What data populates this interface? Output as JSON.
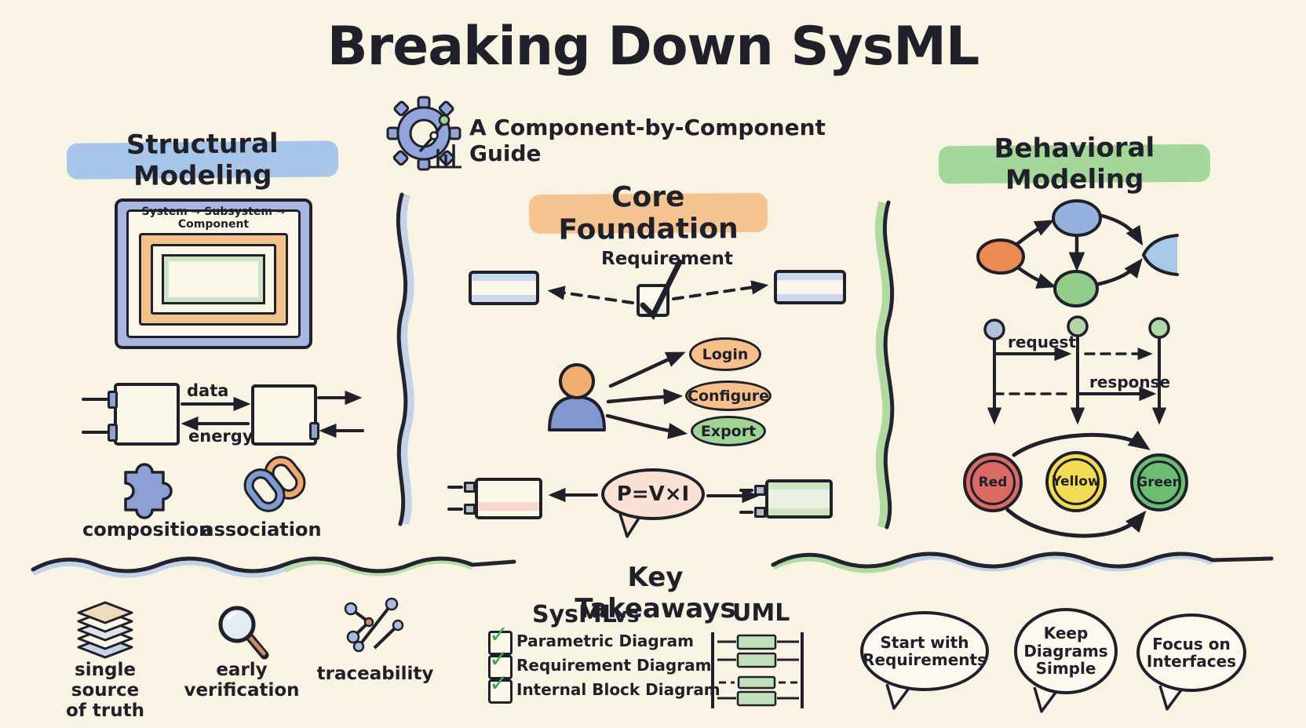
{
  "header": {
    "title": "Breaking Down SysML",
    "subtitle": "A Component-by-Component Guide",
    "icon": "gear-chart-icon"
  },
  "structural": {
    "heading": "Structural Modeling",
    "hierarchy_label": "System → Subsystem → Component",
    "data_flow_label": "data",
    "energy_flow_label": "energy",
    "composition_label": "composition",
    "association_label": "association",
    "icons": [
      "puzzle-icon",
      "chain-link-icon"
    ]
  },
  "core": {
    "heading": "Core Foundation",
    "requirement_label": "Requirement",
    "use_cases": [
      {
        "label": "Login",
        "color": "#f5c08c"
      },
      {
        "label": "Configure",
        "color": "#f5c08c"
      },
      {
        "label": "Export",
        "color": "#a1d396"
      }
    ],
    "formula": "P=V×I"
  },
  "behavioral": {
    "heading": "Behavioral Modeling",
    "request_label": "request",
    "response_label": "response",
    "states": [
      {
        "label": "Red",
        "color": "#dc6a64"
      },
      {
        "label": "Yellow",
        "color": "#f2dc55"
      },
      {
        "label": "Green",
        "color": "#6cbd72"
      }
    ]
  },
  "takeaways": {
    "heading": "Key Takeaways",
    "benefits": [
      {
        "icon": "layers-icon",
        "lines": [
          "single source",
          "of truth"
        ]
      },
      {
        "icon": "magnifier-icon",
        "lines": [
          "early",
          "verification"
        ]
      },
      {
        "icon": "traceability-icon",
        "lines": [
          "traceability"
        ]
      }
    ],
    "comparison": {
      "sysml_label": "SysML",
      "vs_label": "vs",
      "uml_label": "UML",
      "items": [
        "Parametric Diagram",
        "Requirement Diagram",
        "Internal Block Diagram"
      ]
    },
    "tips": [
      "Start with Requirements",
      "Keep Diagrams Simple",
      "Focus on Interfaces"
    ]
  },
  "colors": {
    "background": "#f8f3e2",
    "ink": "#20202b",
    "structural_highlight": "#a8c6e9",
    "core_highlight": "#f6c491",
    "behavioral_highlight": "#a5d79b",
    "check_green": "#3da84a"
  }
}
